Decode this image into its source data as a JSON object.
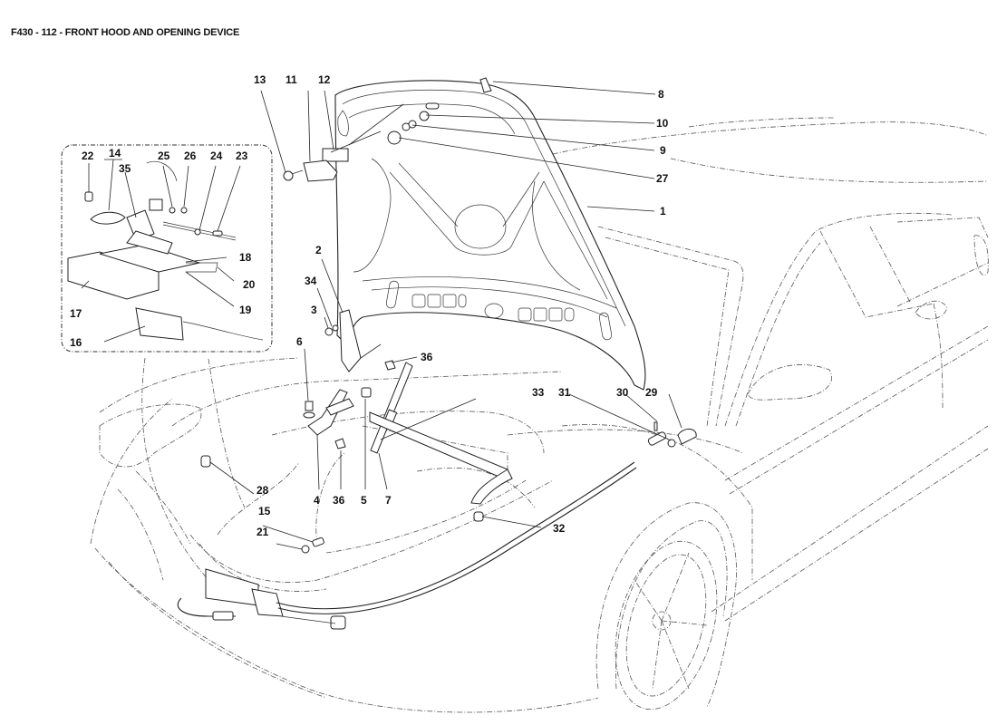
{
  "title": "F430 - 112 - FRONT HOOD AND OPENING DEVICE",
  "callouts": [
    {
      "id": "c1",
      "text": "1"
    },
    {
      "id": "c2",
      "text": "2"
    },
    {
      "id": "c3",
      "text": "3"
    },
    {
      "id": "c4",
      "text": "4"
    },
    {
      "id": "c5",
      "text": "5"
    },
    {
      "id": "c6",
      "text": "6"
    },
    {
      "id": "c7",
      "text": "7"
    },
    {
      "id": "c8",
      "text": "8"
    },
    {
      "id": "c9",
      "text": "9"
    },
    {
      "id": "c10",
      "text": "10"
    },
    {
      "id": "c11",
      "text": "11"
    },
    {
      "id": "c12",
      "text": "12"
    },
    {
      "id": "c13",
      "text": "13"
    },
    {
      "id": "c14",
      "text": "14"
    },
    {
      "id": "c15",
      "text": "15"
    },
    {
      "id": "c16",
      "text": "16"
    },
    {
      "id": "c17",
      "text": "17"
    },
    {
      "id": "c18",
      "text": "18"
    },
    {
      "id": "c19",
      "text": "19"
    },
    {
      "id": "c20",
      "text": "20"
    },
    {
      "id": "c21",
      "text": "21"
    },
    {
      "id": "c22",
      "text": "22"
    },
    {
      "id": "c23",
      "text": "23"
    },
    {
      "id": "c24",
      "text": "24"
    },
    {
      "id": "c25",
      "text": "25"
    },
    {
      "id": "c26",
      "text": "26"
    },
    {
      "id": "c27",
      "text": "27"
    },
    {
      "id": "c28",
      "text": "28"
    },
    {
      "id": "c29",
      "text": "29"
    },
    {
      "id": "c30",
      "text": "30"
    },
    {
      "id": "c31",
      "text": "31"
    },
    {
      "id": "c32",
      "text": "32"
    },
    {
      "id": "c33",
      "text": "33"
    },
    {
      "id": "c34",
      "text": "34"
    },
    {
      "id": "c35",
      "text": "35"
    },
    {
      "id": "c36a",
      "text": "36"
    },
    {
      "id": "c36b",
      "text": "36"
    }
  ]
}
